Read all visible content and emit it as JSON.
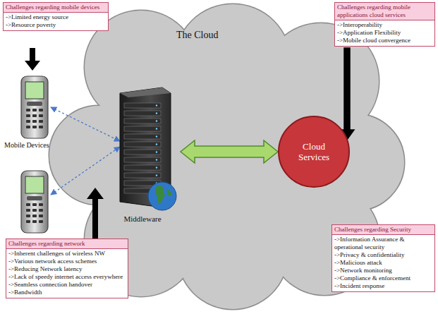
{
  "diagram": {
    "nodes": [
      {
        "text": [
          "Challenges regarding mobile devices",
          "->Limited energy source",
          "->Resource poverty"
        ]
      },
      {
        "text": [
          "Challenges regarding mobile applications cloud services",
          "->Interoperability",
          "->Application Flexibility",
          "->Mobile cloud convergence"
        ]
      },
      {
        "text": [
          "Middleware"
        ]
      },
      {
        "text": [
          "Cloud Services"
        ]
      },
      {
        "text": [
          "Challenges regarding Security",
          "->Information Assurance & operational security",
          "->Privacy & confidentiality",
          "->Malicious attack",
          "->Network monitoring",
          "->Compliance & enforcement",
          "->Incident response"
        ]
      },
      {
        "text": [
          "Challenges regarding network",
          "->Inherent challenges of wireless NW",
          "->Various network access schemes",
          "->Reducing Network latency",
          "->Lack of speedy internet access everywhere",
          "->Seamless connection handover",
          "->Bandwidth"
        ]
      }
    ],
    "edges": [
      {
        "from": 2,
        "to": 3,
        "arrow": "both"
      },
      {
        "from": 1,
        "to": 3,
        "arrow": "to"
      }
    ],
    "labels": [
      "The Cloud",
      "Mobile Devices"
    ]
  }
}
